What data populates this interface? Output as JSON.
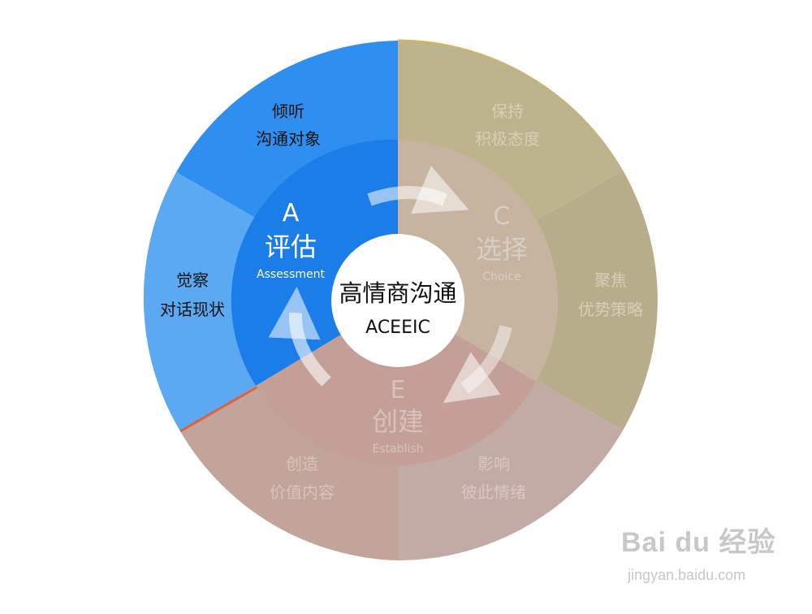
{
  "center": {
    "title": "高情商沟通",
    "subtitle": "ACEEIC"
  },
  "quadrants": [
    {
      "letter": "A",
      "name": "评估",
      "english": "Assessment"
    },
    {
      "letter": "C",
      "name": "选择",
      "english": "Choice"
    },
    {
      "letter": "E",
      "name": "创建",
      "english": "Establish"
    }
  ],
  "outer_segments": [
    {
      "line1": "倾听",
      "line2": "沟通对象"
    },
    {
      "line1": "觉察",
      "line2": "对话现状"
    },
    {
      "line1": "保持",
      "line2": "积极态度"
    },
    {
      "line1": "聚焦",
      "line2": "优势策略"
    },
    {
      "line1": "影响",
      "line2": "彼此情绪"
    },
    {
      "line1": "创造",
      "line2": "价值内容"
    }
  ],
  "watermark": {
    "logo": "Bai du 经验",
    "url": "jingyan.baidu.com"
  },
  "colors": {
    "blue_outer_a": "#2f8ff0",
    "blue_outer_b": "#5aa9f2",
    "blue_inner": "#1b7de8",
    "olive_outer": "#bdb38d",
    "olive_inner": "#c6b3a0",
    "rose_outer_a": "#c3a49a",
    "rose_outer_b": "#c2aaa5",
    "rose_inner": "#c49f97",
    "accent_line": "#e0603a",
    "gold_edge": "#e6b43a"
  }
}
